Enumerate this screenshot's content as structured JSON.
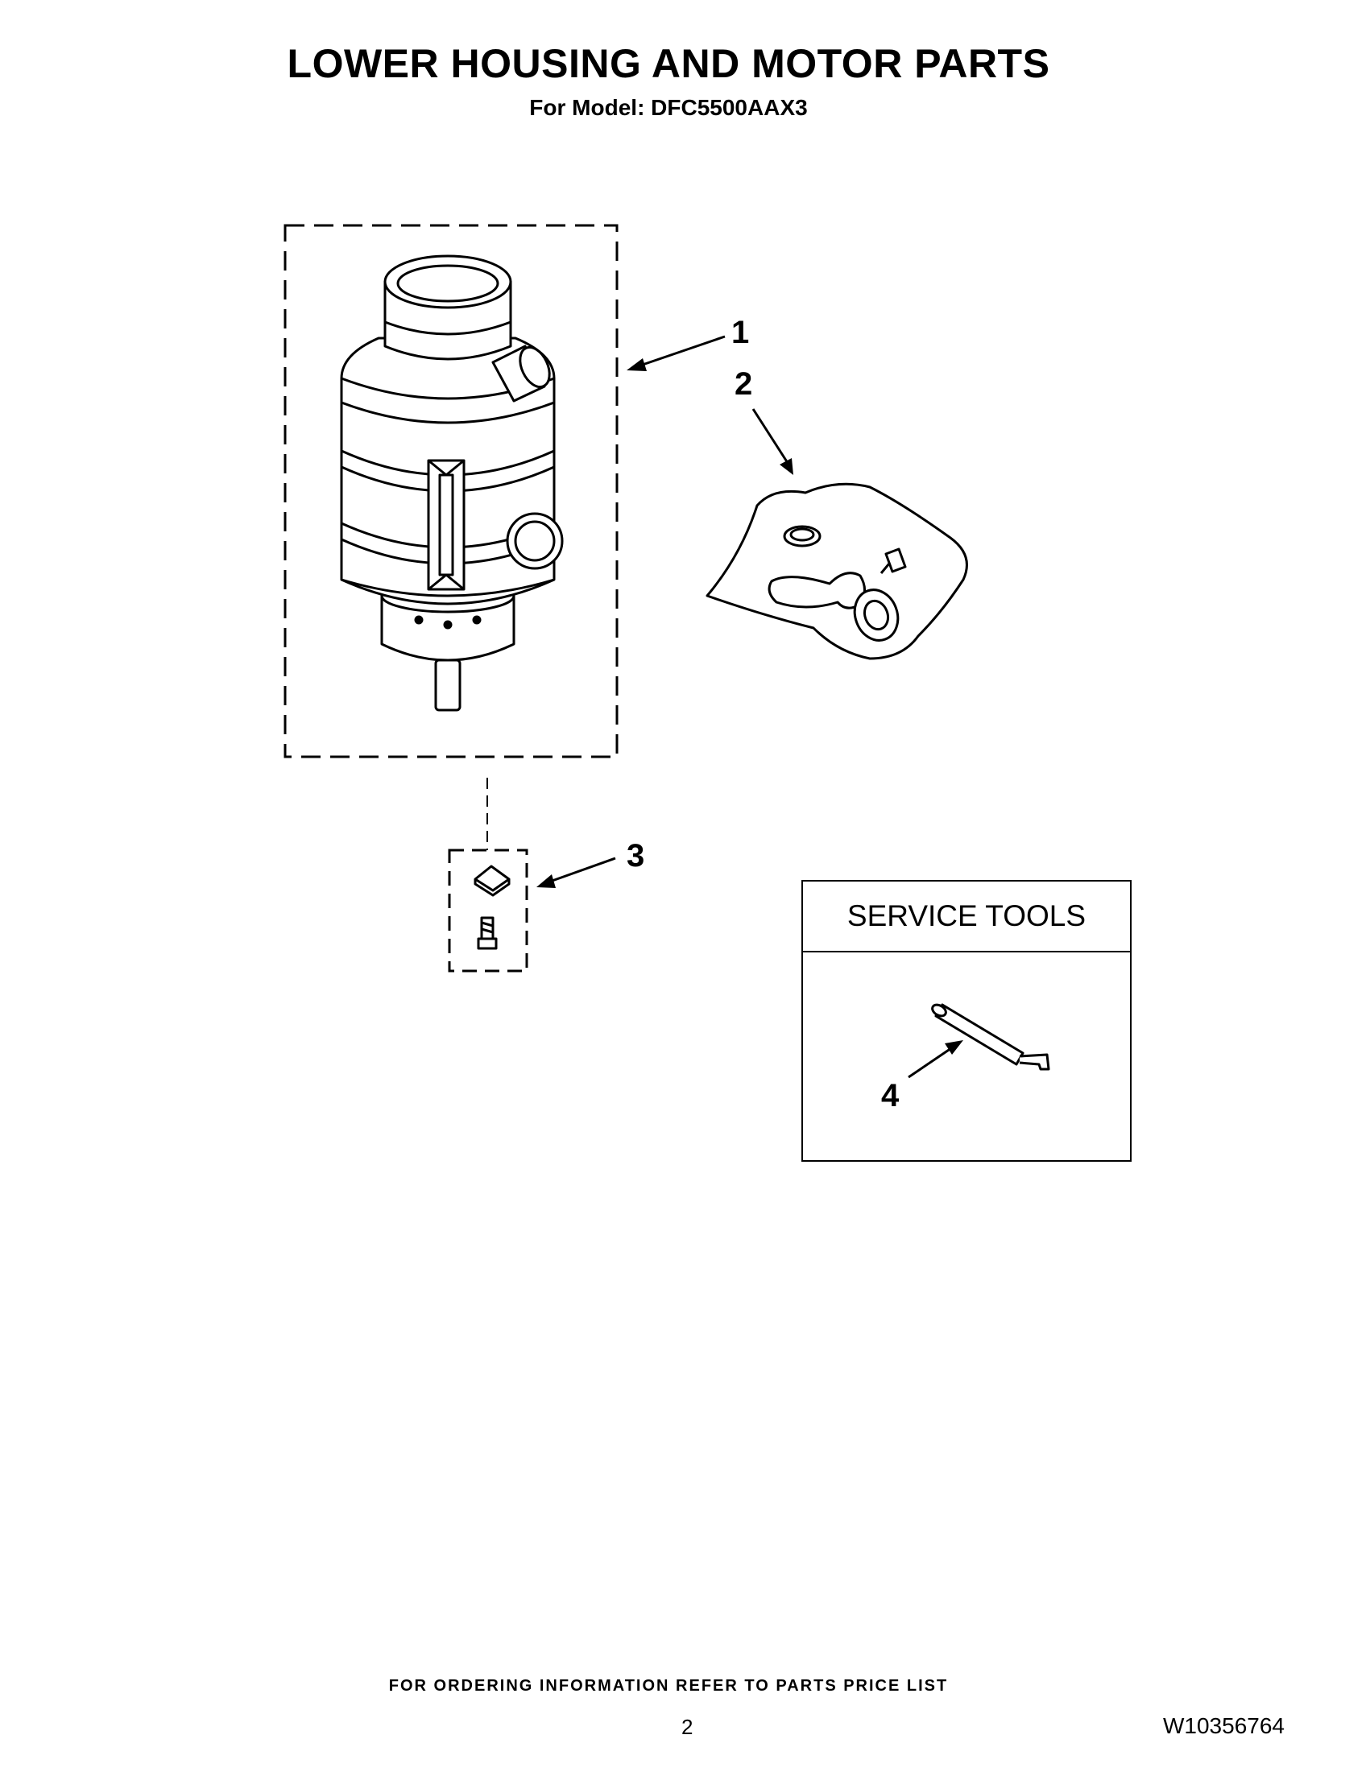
{
  "header": {
    "title": "LOWER HOUSING AND MOTOR PARTS",
    "subtitle": "For Model: DFC5500AAX3"
  },
  "callouts": {
    "item1": "1",
    "item2": "2",
    "item3": "3",
    "item4": "4"
  },
  "service_tools": {
    "heading": "SERVICE TOOLS"
  },
  "footer": {
    "ordering_note": "FOR ORDERING INFORMATION REFER TO PARTS PRICE LIST",
    "page_number": "2",
    "document_number": "W10356764"
  }
}
